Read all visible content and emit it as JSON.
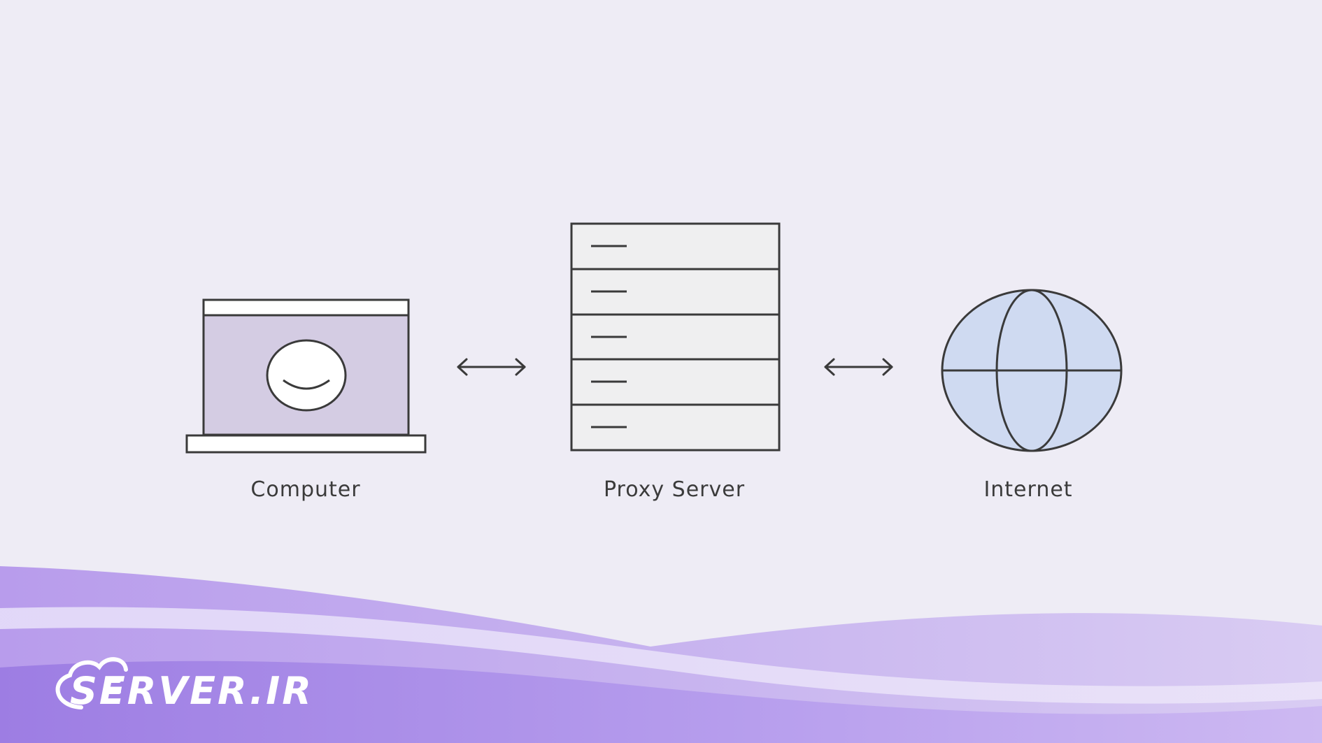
{
  "diagram": {
    "nodes": [
      {
        "id": "computer",
        "label": "Computer",
        "icon": "laptop-smiley-icon"
      },
      {
        "id": "proxy",
        "label": "Proxy Server",
        "icon": "server-rack-icon"
      },
      {
        "id": "internet",
        "label": "Internet",
        "icon": "globe-icon"
      }
    ],
    "edges": [
      {
        "from": "computer",
        "to": "proxy",
        "direction": "bidirectional"
      },
      {
        "from": "proxy",
        "to": "internet",
        "direction": "bidirectional"
      }
    ]
  },
  "colors": {
    "background": "#eeecf5",
    "stroke": "#3a3a3a",
    "laptop_screen": "#d4cce3",
    "server_fill": "#efeff0",
    "globe_fill": "#cfdaf1",
    "wave_purple": "#a98be6"
  },
  "brand": {
    "logo_text": "SERVER.IR",
    "icon": "cloud-logo-icon"
  }
}
